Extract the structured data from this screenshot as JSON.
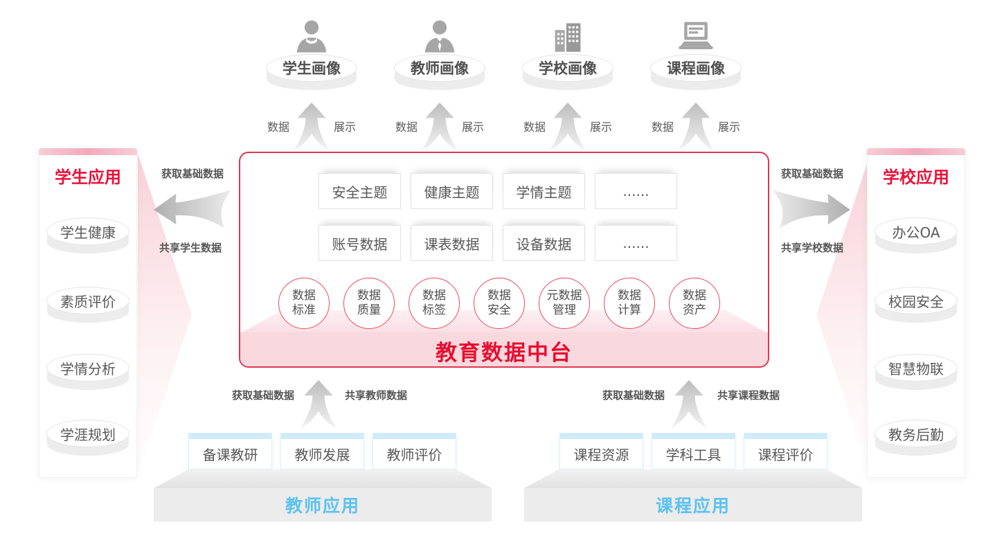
{
  "colors": {
    "red": "#e8123a",
    "banner_pink": "#f9d8de",
    "blue": "#5cc2f0",
    "circle_red": "#e94a5a"
  },
  "portraits": [
    {
      "label": "学生画像"
    },
    {
      "label": "教师画像"
    },
    {
      "label": "学校画像"
    },
    {
      "label": "课程画像"
    }
  ],
  "flow_labels": {
    "data": "数据",
    "display": "展示"
  },
  "left_panel": {
    "title": "学生应用",
    "items": [
      "学生健康",
      "素质评价",
      "学情分析",
      "学涯规划"
    ]
  },
  "right_panel": {
    "title": "学校应用",
    "items": [
      "办公OA",
      "校园安全",
      "智慧物联",
      "教务后勤"
    ]
  },
  "left_link": {
    "top": "获取基础数据",
    "bottom": "共享学生数据"
  },
  "right_link": {
    "top": "获取基础数据",
    "bottom": "共享学校数据"
  },
  "center": {
    "theme_boxes": [
      "安全主题",
      "健康主题",
      "学情主题",
      "......"
    ],
    "data_boxes": [
      "账号数据",
      "课表数据",
      "设备数据",
      "......"
    ],
    "capabilities": [
      {
        "l1": "数据",
        "l2": "标准"
      },
      {
        "l1": "数据",
        "l2": "质量"
      },
      {
        "l1": "数据",
        "l2": "标签"
      },
      {
        "l1": "数据",
        "l2": "安全"
      },
      {
        "l1": "元数据",
        "l2": "管理"
      },
      {
        "l1": "数据",
        "l2": "计算"
      },
      {
        "l1": "数据",
        "l2": "资产"
      }
    ],
    "banner": "教育数据中台"
  },
  "teacher_group": {
    "title": "教师应用",
    "boxes": [
      "备课教研",
      "教师发展",
      "教师评价"
    ],
    "label_left": "获取基础数据",
    "label_right": "共享教师数据"
  },
  "course_group": {
    "title": "课程应用",
    "boxes": [
      "课程资源",
      "学科工具",
      "课程评价"
    ],
    "label_left": "获取基础数据",
    "label_right": "共享课程数据"
  }
}
